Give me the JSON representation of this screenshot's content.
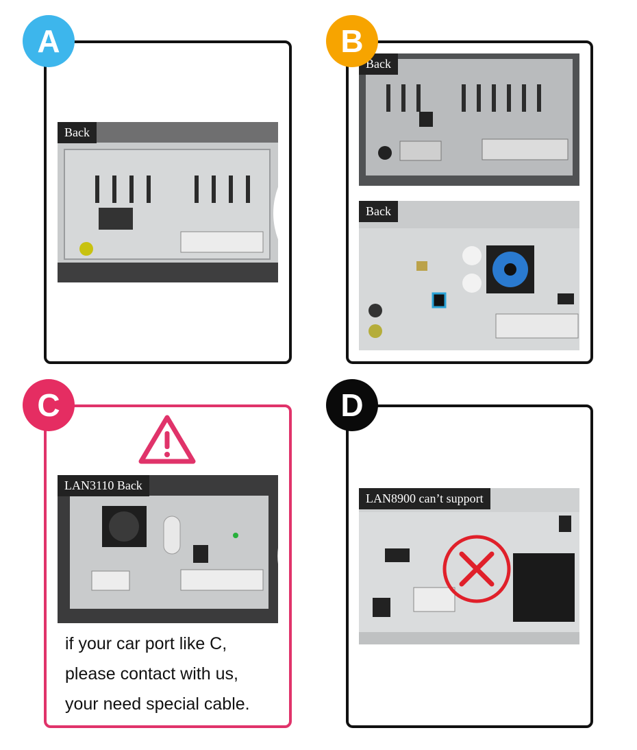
{
  "panels": {
    "a": {
      "badge": "A",
      "badge_color": "#3db6ec",
      "photos": [
        {
          "label": "Back",
          "status": "supported"
        }
      ]
    },
    "b": {
      "badge": "B",
      "badge_color": "#f7a400",
      "photos": [
        {
          "label": "Back",
          "status": "supported"
        },
        {
          "label": "Back",
          "status": "supported"
        }
      ]
    },
    "c": {
      "badge": "C",
      "badge_color": "#e52d62",
      "photos": [
        {
          "label": "LAN3110 Back",
          "status": "supported"
        }
      ],
      "warning_icon": "warning-triangle-icon",
      "note_lines": [
        "if your car port like C,",
        "please contact with us,",
        "your need special cable."
      ]
    },
    "d": {
      "badge": "D",
      "badge_color": "#0a0a0a",
      "photos": [
        {
          "label": "LAN8900 can’t support",
          "status": "not-supported"
        }
      ]
    }
  },
  "colors": {
    "check_green": "#3fbf3a",
    "cross_red": "#e0202a",
    "panel_border": "#111111",
    "panel_c_border": "#e0336a"
  }
}
